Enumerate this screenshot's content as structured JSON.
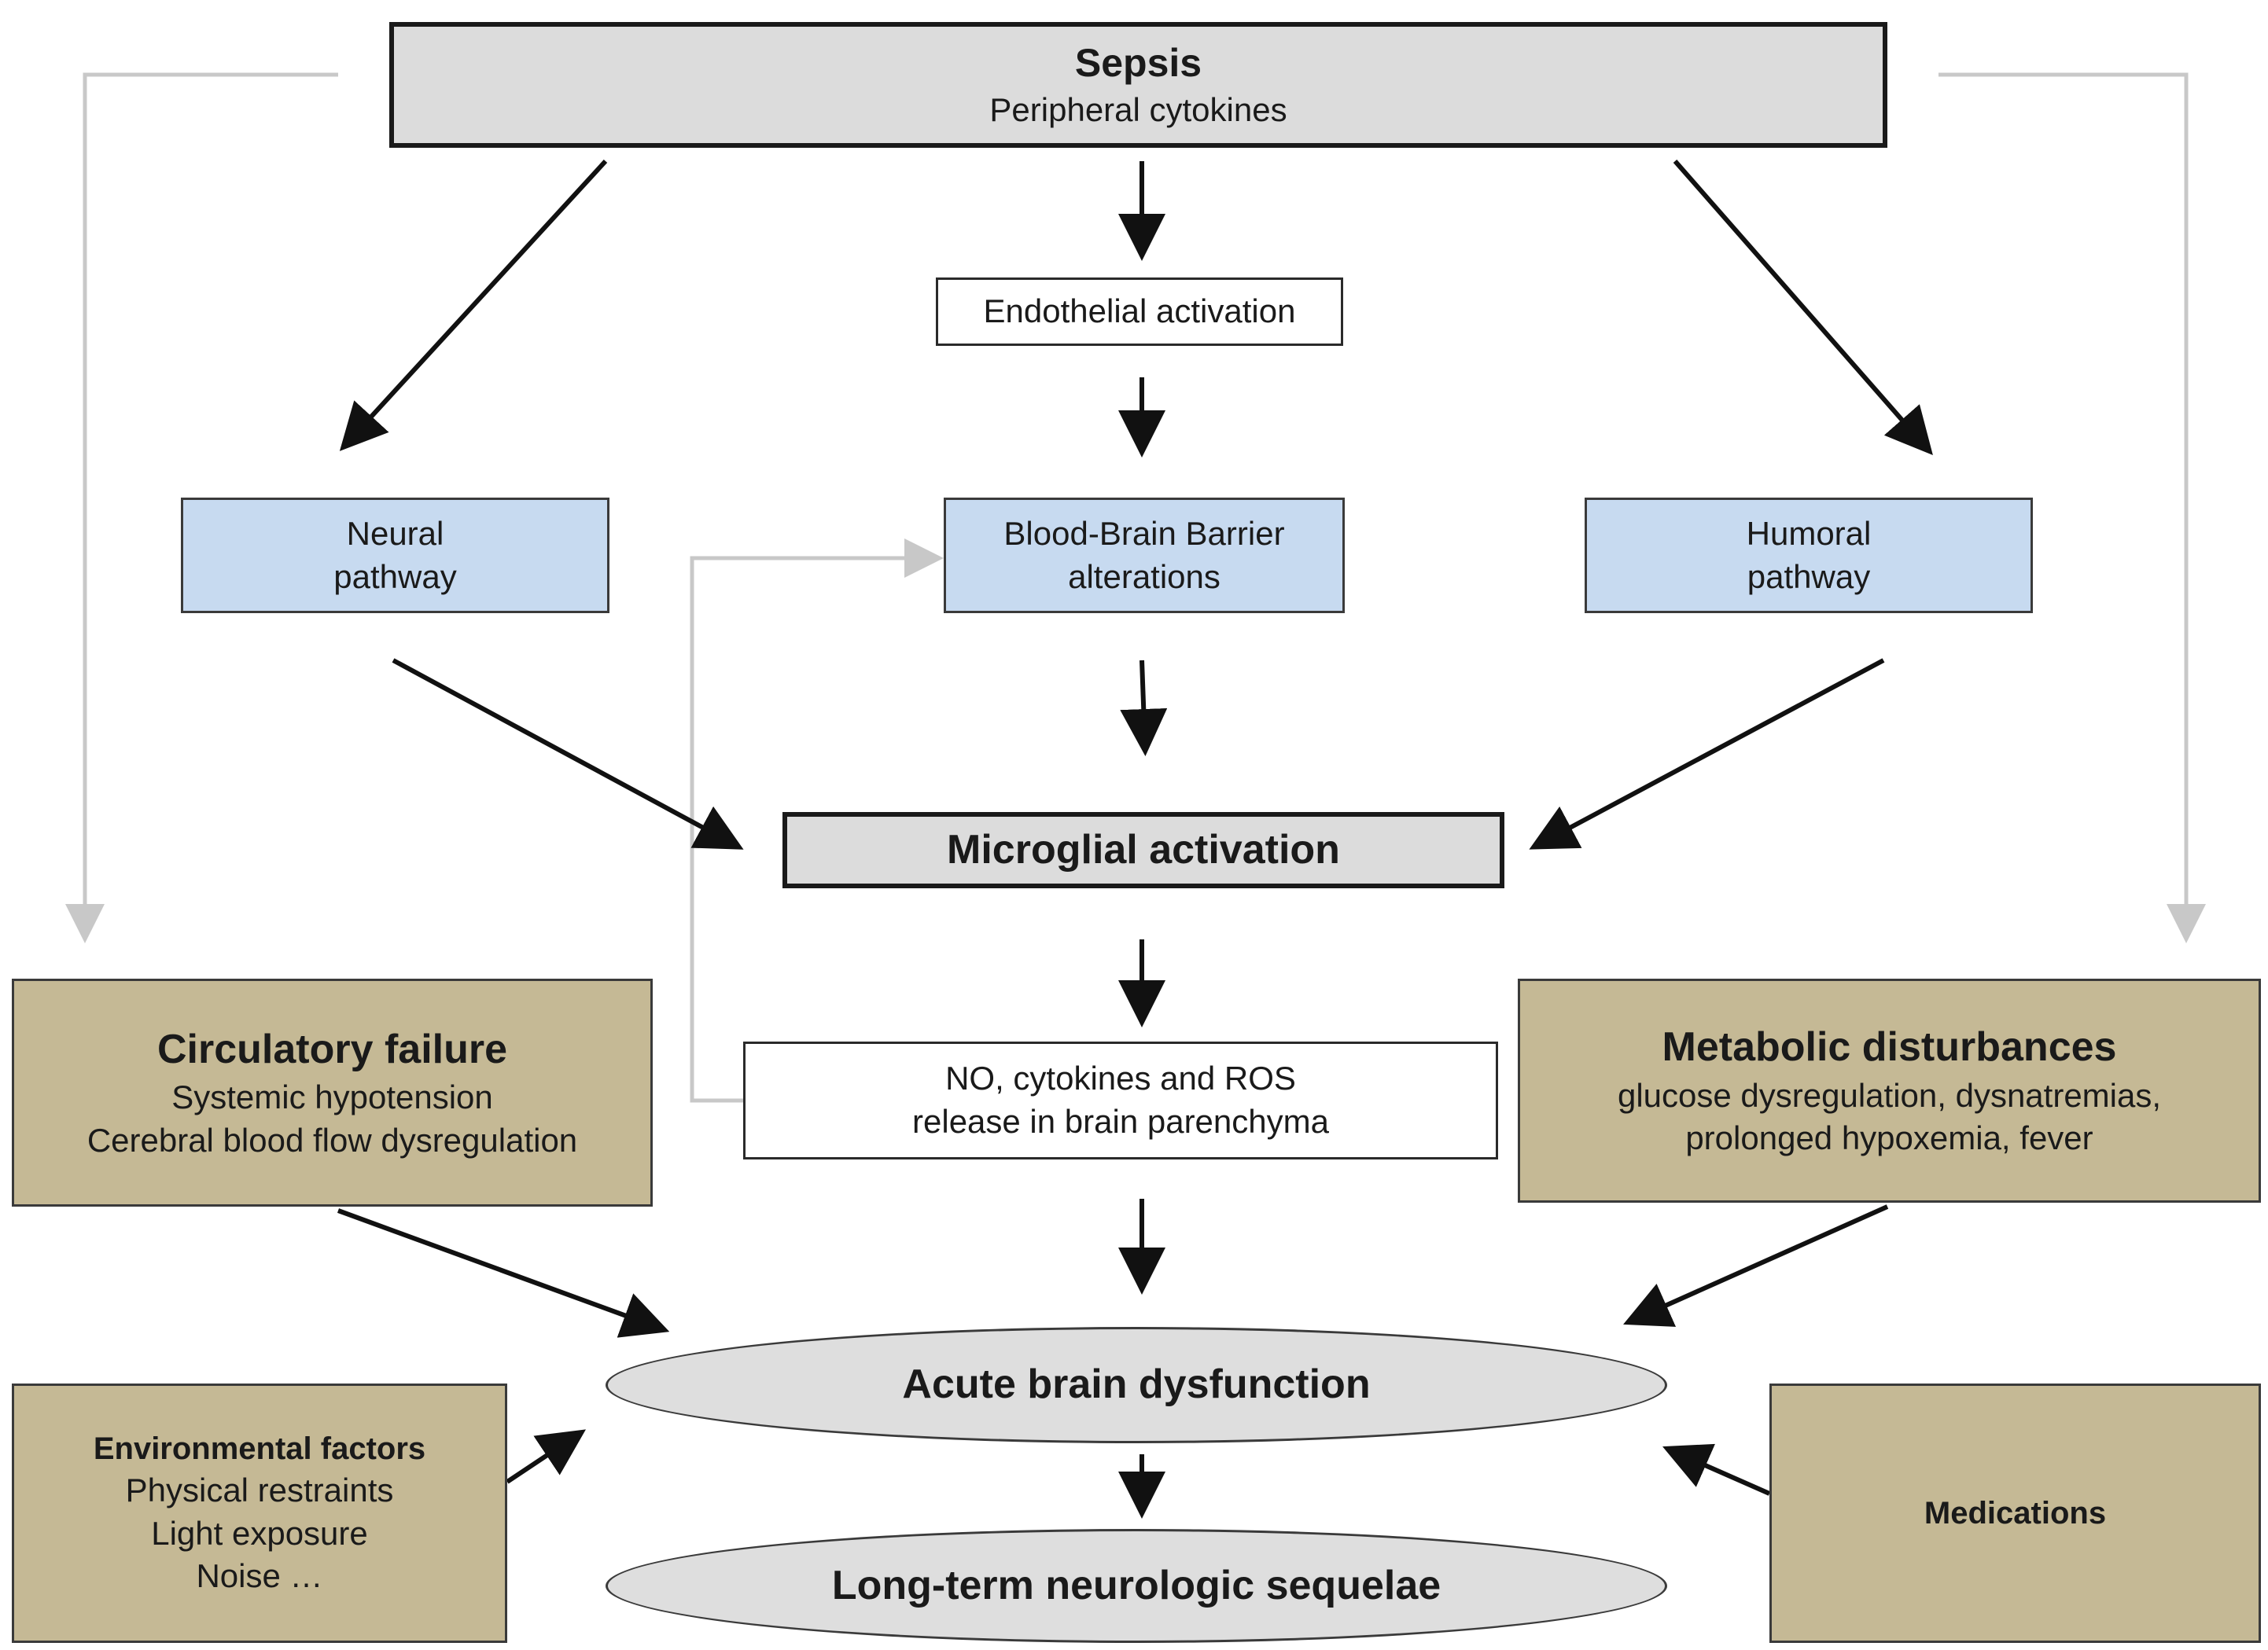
{
  "colors": {
    "gray_box": "#dcdcdc",
    "blue_box": "#c7daf0",
    "tan_box": "#c5b995",
    "ellipse": "#dedede",
    "arrow_black": "#111111",
    "arrow_gray": "#c8c8c8"
  },
  "nodes": {
    "sepsis": {
      "title": "Sepsis",
      "subtitle": "Peripheral cytokines"
    },
    "endothelial": {
      "label": "Endothelial activation"
    },
    "neural": {
      "line1": "Neural",
      "line2": "pathway"
    },
    "bbb": {
      "line1": "Blood-Brain Barrier",
      "line2": "alterations"
    },
    "humoral": {
      "line1": "Humoral",
      "line2": "pathway"
    },
    "microglial": {
      "label": "Microglial activation"
    },
    "no_release": {
      "line1": "NO, cytokines and ROS",
      "line2": "release in brain parenchyma"
    },
    "circulatory": {
      "title": "Circulatory failure",
      "line1": "Systemic hypotension",
      "line2": "Cerebral blood flow dysregulation"
    },
    "metabolic": {
      "title": "Metabolic disturbances",
      "line1": "glucose dysregulation, dysnatremias,",
      "line2": "prolonged hypoxemia, fever"
    },
    "acute": {
      "label": "Acute brain dysfunction"
    },
    "environmental": {
      "title": "Environmental factors",
      "line1": "Physical restraints",
      "line2": "Light exposure",
      "line3": "Noise …"
    },
    "medications": {
      "label": "Medications"
    },
    "longterm": {
      "label": "Long-term neurologic sequelae"
    }
  }
}
